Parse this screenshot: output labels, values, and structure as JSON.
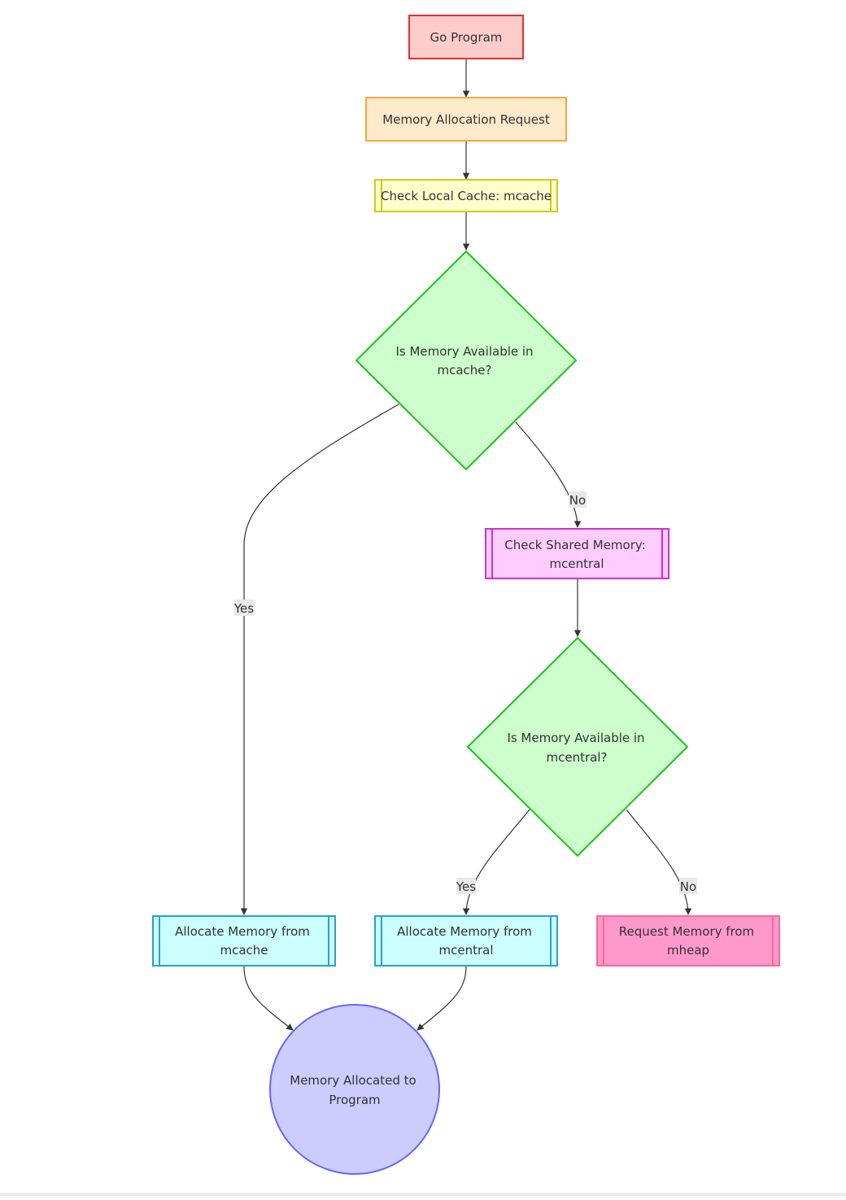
{
  "diagram": {
    "nodes": {
      "go_program": {
        "label": "Go Program",
        "fill": "#ffcccc",
        "stroke": "#e62e2e"
      },
      "alloc_request": {
        "label": "Memory Allocation Request",
        "fill": "#ffebcc",
        "stroke": "#ffa533"
      },
      "check_mcache": {
        "label": "Check Local Cache: mcache",
        "fill": "#ffffcc",
        "stroke": "#cccc1a"
      },
      "avail_mcache": {
        "label_line1": "Is Memory Available in",
        "label_line2": "mcache?",
        "fill": "#ccffcc",
        "stroke": "#1fbf1f"
      },
      "check_mcentral": {
        "label_line1": "Check Shared Memory:",
        "label_line2": "mcentral",
        "fill": "#ffccff",
        "stroke": "#cc33cc"
      },
      "avail_mcentral": {
        "label_line1": "Is Memory Available in",
        "label_line2": "mcentral?",
        "fill": "#ccffcc",
        "stroke": "#1fbf1f"
      },
      "alloc_mcache": {
        "label_line1": "Allocate Memory from",
        "label_line2": "mcache",
        "fill": "#ccffff",
        "stroke": "#2aa1cc"
      },
      "alloc_mcentral": {
        "label_line1": "Allocate Memory from",
        "label_line2": "mcentral",
        "fill": "#ccffff",
        "stroke": "#2aa1cc"
      },
      "request_mheap": {
        "label_line1": "Request Memory from",
        "label_line2": "mheap",
        "fill": "#ff99cc",
        "stroke": "#ff6699"
      },
      "allocated": {
        "label_line1": "Memory Allocated to",
        "label_line2": "Program",
        "fill": "#ccccff",
        "stroke": "#6666ff"
      }
    },
    "edge_labels": {
      "mcache_yes": "Yes",
      "mcache_no": "No",
      "mcentral_yes": "Yes",
      "mcentral_no": "No"
    }
  }
}
